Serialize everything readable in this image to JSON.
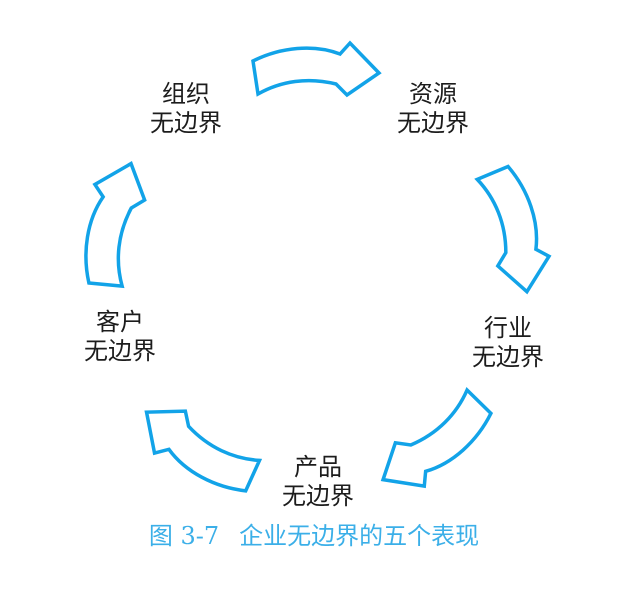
{
  "figure": {
    "caption": {
      "label": "图 3-7",
      "title": "企业无边界的五个表现"
    },
    "cycle": [
      {
        "id": "organization",
        "line1": "组织",
        "line2": "无边界"
      },
      {
        "id": "resource",
        "line1": "资源",
        "line2": "无边界"
      },
      {
        "id": "industry",
        "line1": "行业",
        "line2": "无边界"
      },
      {
        "id": "product",
        "line1": "产品",
        "line2": "无边界"
      },
      {
        "id": "customer",
        "line1": "客户",
        "line2": "无边界"
      }
    ],
    "arrows": [
      {
        "from": "组织无边界",
        "to": "资源无边界",
        "direction": "clockwise"
      },
      {
        "from": "资源无边界",
        "to": "行业无边界",
        "direction": "clockwise"
      },
      {
        "from": "行业无边界",
        "to": "产品无边界",
        "direction": "clockwise"
      },
      {
        "from": "产品无边界",
        "to": "客户无边界",
        "direction": "clockwise"
      },
      {
        "from": "客户无边界",
        "to": "组织无边界",
        "direction": "clockwise"
      }
    ],
    "colors": {
      "arrow_stroke": "#12a3e8",
      "arrow_fill": "#ffffff",
      "caption_text": "#3bafe8",
      "label_text": "#1c1c1c",
      "background": "#ffffff"
    }
  }
}
